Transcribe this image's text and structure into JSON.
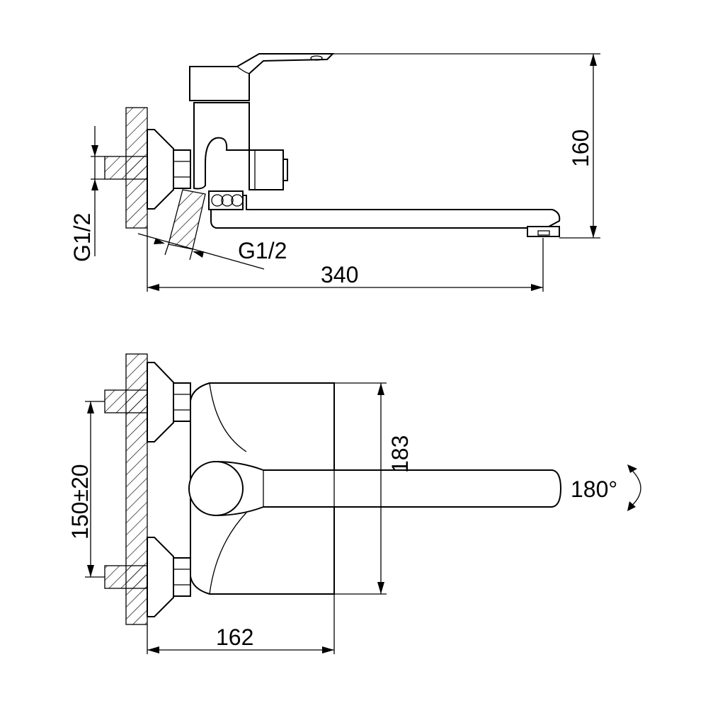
{
  "side_view": {
    "inlet_thread_label": "G1/2",
    "outlet_thread_label": "G1/2",
    "height_label": "160",
    "length_label": "340"
  },
  "top_view": {
    "centers_label": "150±20",
    "depth_label": "183",
    "handle_reach_label": "162",
    "rotation_label": "180°"
  }
}
